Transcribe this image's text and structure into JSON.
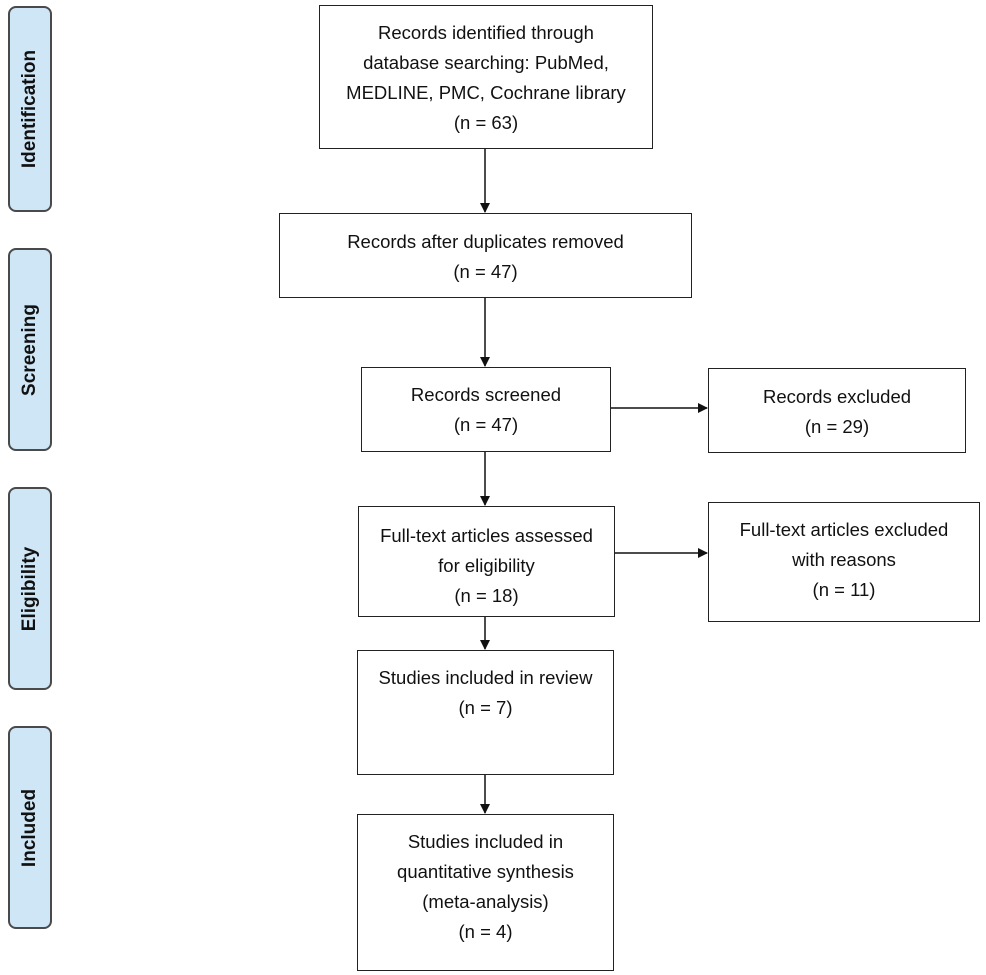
{
  "phases": [
    {
      "id": "identification",
      "label": "Identification"
    },
    {
      "id": "screening",
      "label": "Screening"
    },
    {
      "id": "eligibility",
      "label": "Eligibility"
    },
    {
      "id": "included",
      "label": "Included"
    }
  ],
  "boxes": {
    "identified": {
      "text": "Records identified through\ndatabase searching: PubMed,\nMEDLINE, PMC, Cochrane library",
      "count": "(n = 63)"
    },
    "deduplicated": {
      "text": "Records after duplicates removed",
      "count": "(n = 47)"
    },
    "screened": {
      "text": "Records screened",
      "count": "(n = 47)"
    },
    "excluded": {
      "text": "Records excluded",
      "count": "(n = 29)"
    },
    "fulltext_assessed": {
      "text": "Full-text articles assessed\nfor eligibility",
      "count": "(n = 18)"
    },
    "fulltext_excluded": {
      "text": "Full-text articles excluded\nwith reasons",
      "count": "(n = 11)"
    },
    "included_review": {
      "text": "Studies included in review",
      "count": "(n = 7)"
    },
    "quantitative": {
      "text": "Studies included in\nquantitative synthesis\n(meta-analysis)",
      "count": "(n = 4)"
    }
  },
  "colors": {
    "phase_fill": "#cfe6f7",
    "phase_border": "#4a4a4a",
    "box_border": "#222222",
    "arrow": "#111111"
  }
}
